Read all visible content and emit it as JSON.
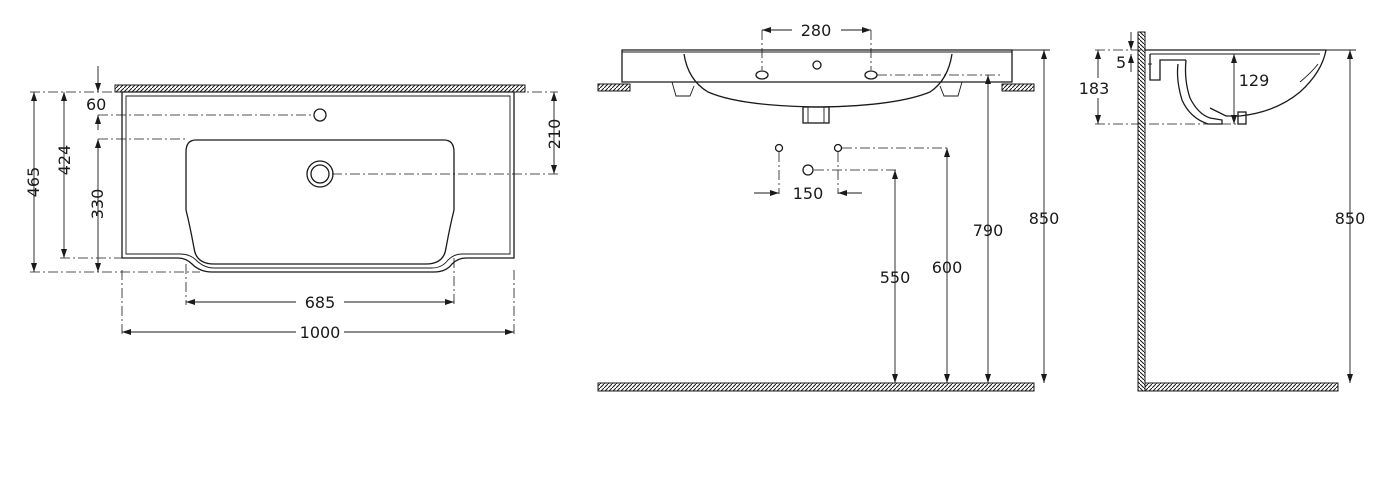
{
  "drawing": {
    "accent_color": "#1a1a1a",
    "background_color": "#ffffff",
    "top_view": {
      "depth_60": "60",
      "depth_424": "424",
      "depth_465": "465",
      "depth_330": "330",
      "offset_210": "210",
      "bowl_width_685": "685",
      "total_width_1000": "1000"
    },
    "front_view": {
      "tap_spacing_280": "280",
      "valve_spacing_150": "150",
      "height_550": "550",
      "height_600": "600",
      "height_790": "790",
      "height_850": "850"
    },
    "side_view": {
      "thickness_5": "5",
      "depth_183": "183",
      "depth_129": "129",
      "height_850": "850"
    }
  }
}
